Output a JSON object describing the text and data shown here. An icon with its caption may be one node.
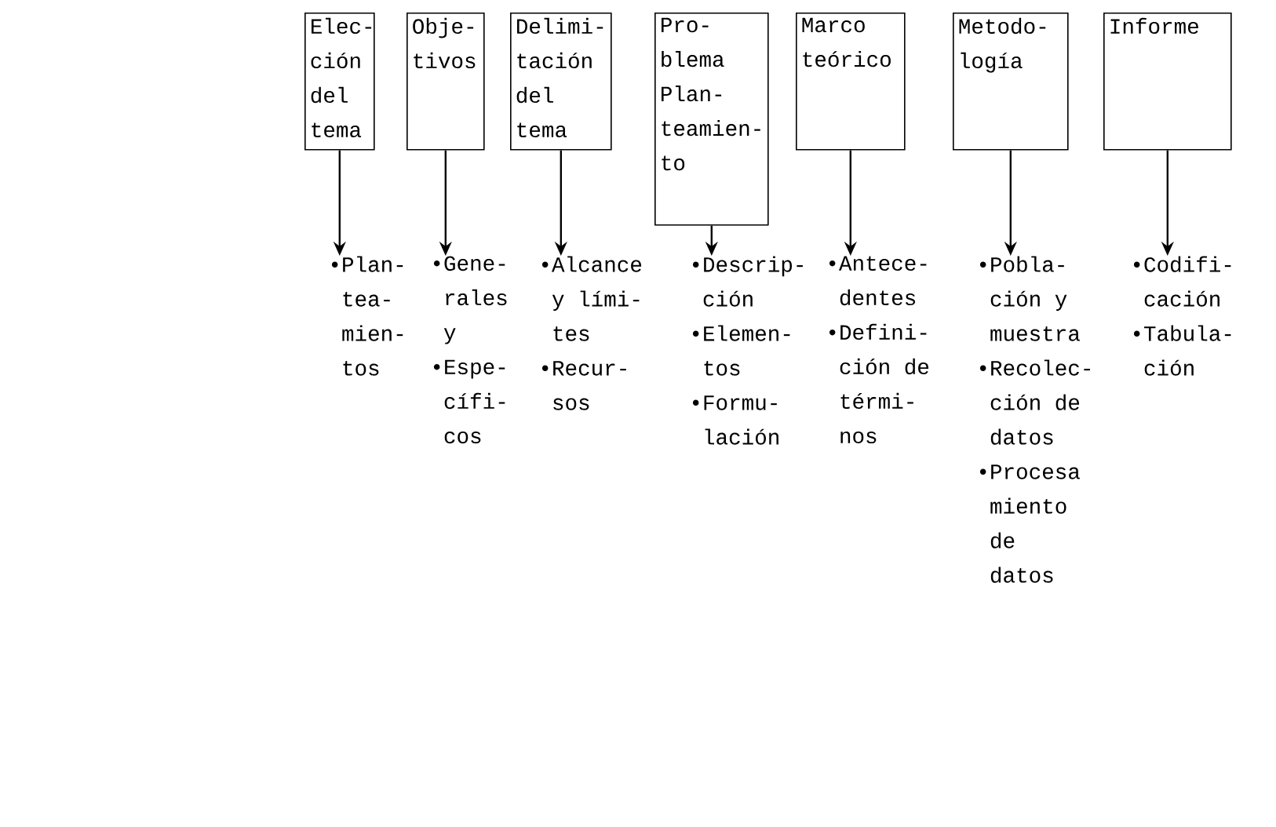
{
  "diagram": {
    "nodes": [
      {
        "text": [
          "Elec- ción del tema"
        ]
      },
      {
        "text": [
          "Obje- tivos"
        ]
      },
      {
        "text": [
          "Delimi- tación del tema"
        ]
      },
      {
        "text": [
          "Pro- blema Plan- teamien- to"
        ]
      },
      {
        "text": [
          "Marco teórico"
        ]
      },
      {
        "text": [
          "Metodo- logía"
        ]
      },
      {
        "text": [
          "Informe"
        ]
      },
      {
        "text": [
          "•Plan- tea- mien- tos"
        ]
      },
      {
        "text": [
          "•Gene- rales y",
          "•Espe- cífi- cos"
        ]
      },
      {
        "text": [
          "•Alcance y lími- tes",
          "•Recur- sos"
        ]
      },
      {
        "text": [
          "•Descrip- ción",
          "•Elemen- tos",
          "•Formu- lación"
        ]
      },
      {
        "text": [
          "•Antece- dentes",
          "•Defini- ción de térmi- nos"
        ]
      },
      {
        "text": [
          "•Pobla- ción y muestra",
          "•Recolec- ción de datos",
          "•Procesa miento de datos"
        ]
      },
      {
        "text": [
          "•Codifi- cación",
          "•Tabula- ción"
        ]
      }
    ],
    "edges": [
      {
        "from": 0,
        "to": 7,
        "arrow": "to"
      },
      {
        "from": 1,
        "to": 8,
        "arrow": "to"
      },
      {
        "from": 2,
        "to": 9,
        "arrow": "to"
      },
      {
        "from": 3,
        "to": 10,
        "arrow": "to"
      },
      {
        "from": 4,
        "to": 11,
        "arrow": "to"
      },
      {
        "from": 5,
        "to": 12,
        "arrow": "to"
      },
      {
        "from": 6,
        "to": 13,
        "arrow": "to"
      }
    ]
  }
}
